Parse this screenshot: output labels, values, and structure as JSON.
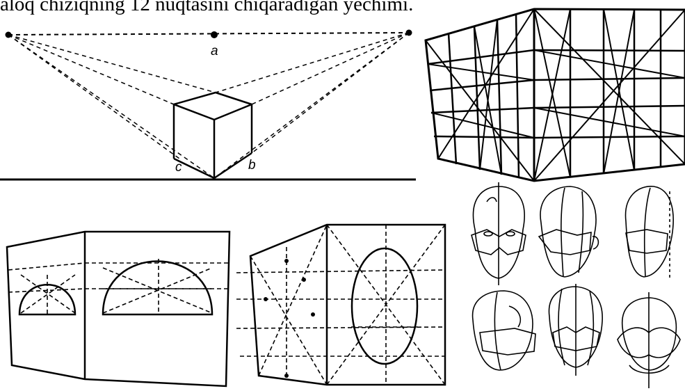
{
  "caption": "aloq chiziqning 12 nuqtasini chiqaradigan yechimi.",
  "panels": [
    {
      "id": "two-point-cube",
      "point_labels": [
        "a",
        "b",
        "c"
      ]
    },
    {
      "id": "grid-box"
    },
    {
      "id": "heads"
    },
    {
      "id": "semicircles-box"
    },
    {
      "id": "ellipse-box"
    }
  ]
}
